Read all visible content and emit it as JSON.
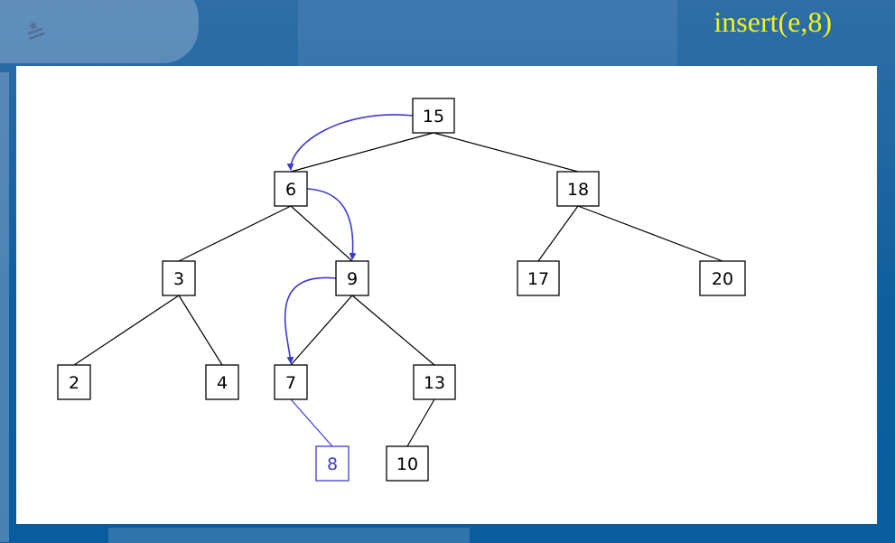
{
  "slide": {
    "title": "insert(e,8)",
    "title_color": "#f2f21a",
    "accent_color": "#3b3ad0"
  },
  "tree": {
    "nodes": [
      {
        "id": "n15",
        "label": "15"
      },
      {
        "id": "n6",
        "label": "6"
      },
      {
        "id": "n18",
        "label": "18"
      },
      {
        "id": "n3",
        "label": "3"
      },
      {
        "id": "n9",
        "label": "9"
      },
      {
        "id": "n17",
        "label": "17"
      },
      {
        "id": "n20",
        "label": "20"
      },
      {
        "id": "n2",
        "label": "2"
      },
      {
        "id": "n4",
        "label": "4"
      },
      {
        "id": "n7",
        "label": "7"
      },
      {
        "id": "n13",
        "label": "13"
      },
      {
        "id": "n8",
        "label": "8",
        "inserted": true
      },
      {
        "id": "n10",
        "label": "10"
      }
    ],
    "edges": [
      [
        "n15",
        "n6"
      ],
      [
        "n15",
        "n18"
      ],
      [
        "n6",
        "n3"
      ],
      [
        "n6",
        "n9"
      ],
      [
        "n18",
        "n17"
      ],
      [
        "n18",
        "n20"
      ],
      [
        "n3",
        "n2"
      ],
      [
        "n3",
        "n4"
      ],
      [
        "n9",
        "n7"
      ],
      [
        "n9",
        "n13"
      ],
      [
        "n7",
        "n8"
      ],
      [
        "n13",
        "n10"
      ]
    ],
    "search_path": [
      "n15",
      "n6",
      "n9",
      "n7"
    ]
  }
}
